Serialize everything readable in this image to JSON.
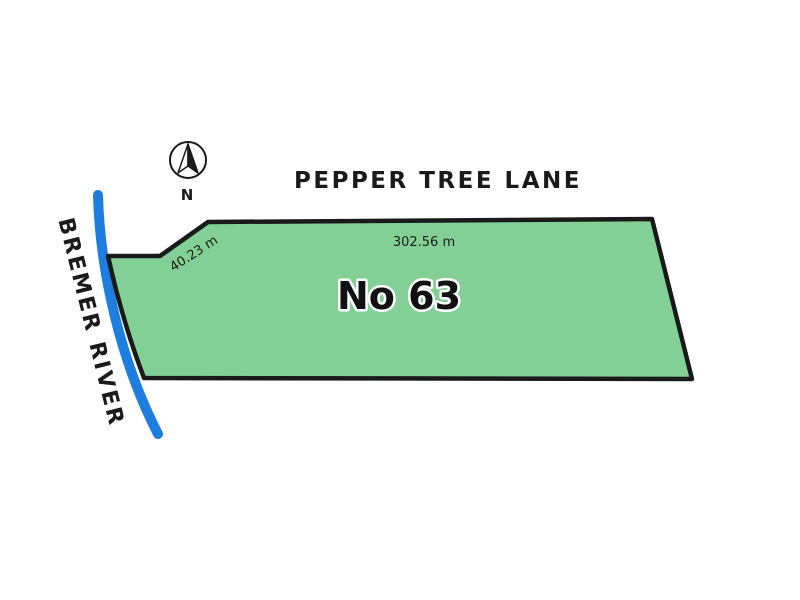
{
  "plan": {
    "road_name": "PEPPER TREE LANE",
    "river_name": "BREMER RIVER",
    "lot_label": "No 63",
    "north_label": "N",
    "dimensions": {
      "north_west_boundary": "40.23 m",
      "north_boundary": "302.56 m"
    },
    "colors": {
      "lot_fill": "#82d096",
      "boundary_line": "#1a1a1a",
      "river": "#1e7ee0",
      "text": "#1a1a1a"
    },
    "icons": {
      "north_arrow": "compass-north-arrow-icon"
    }
  }
}
